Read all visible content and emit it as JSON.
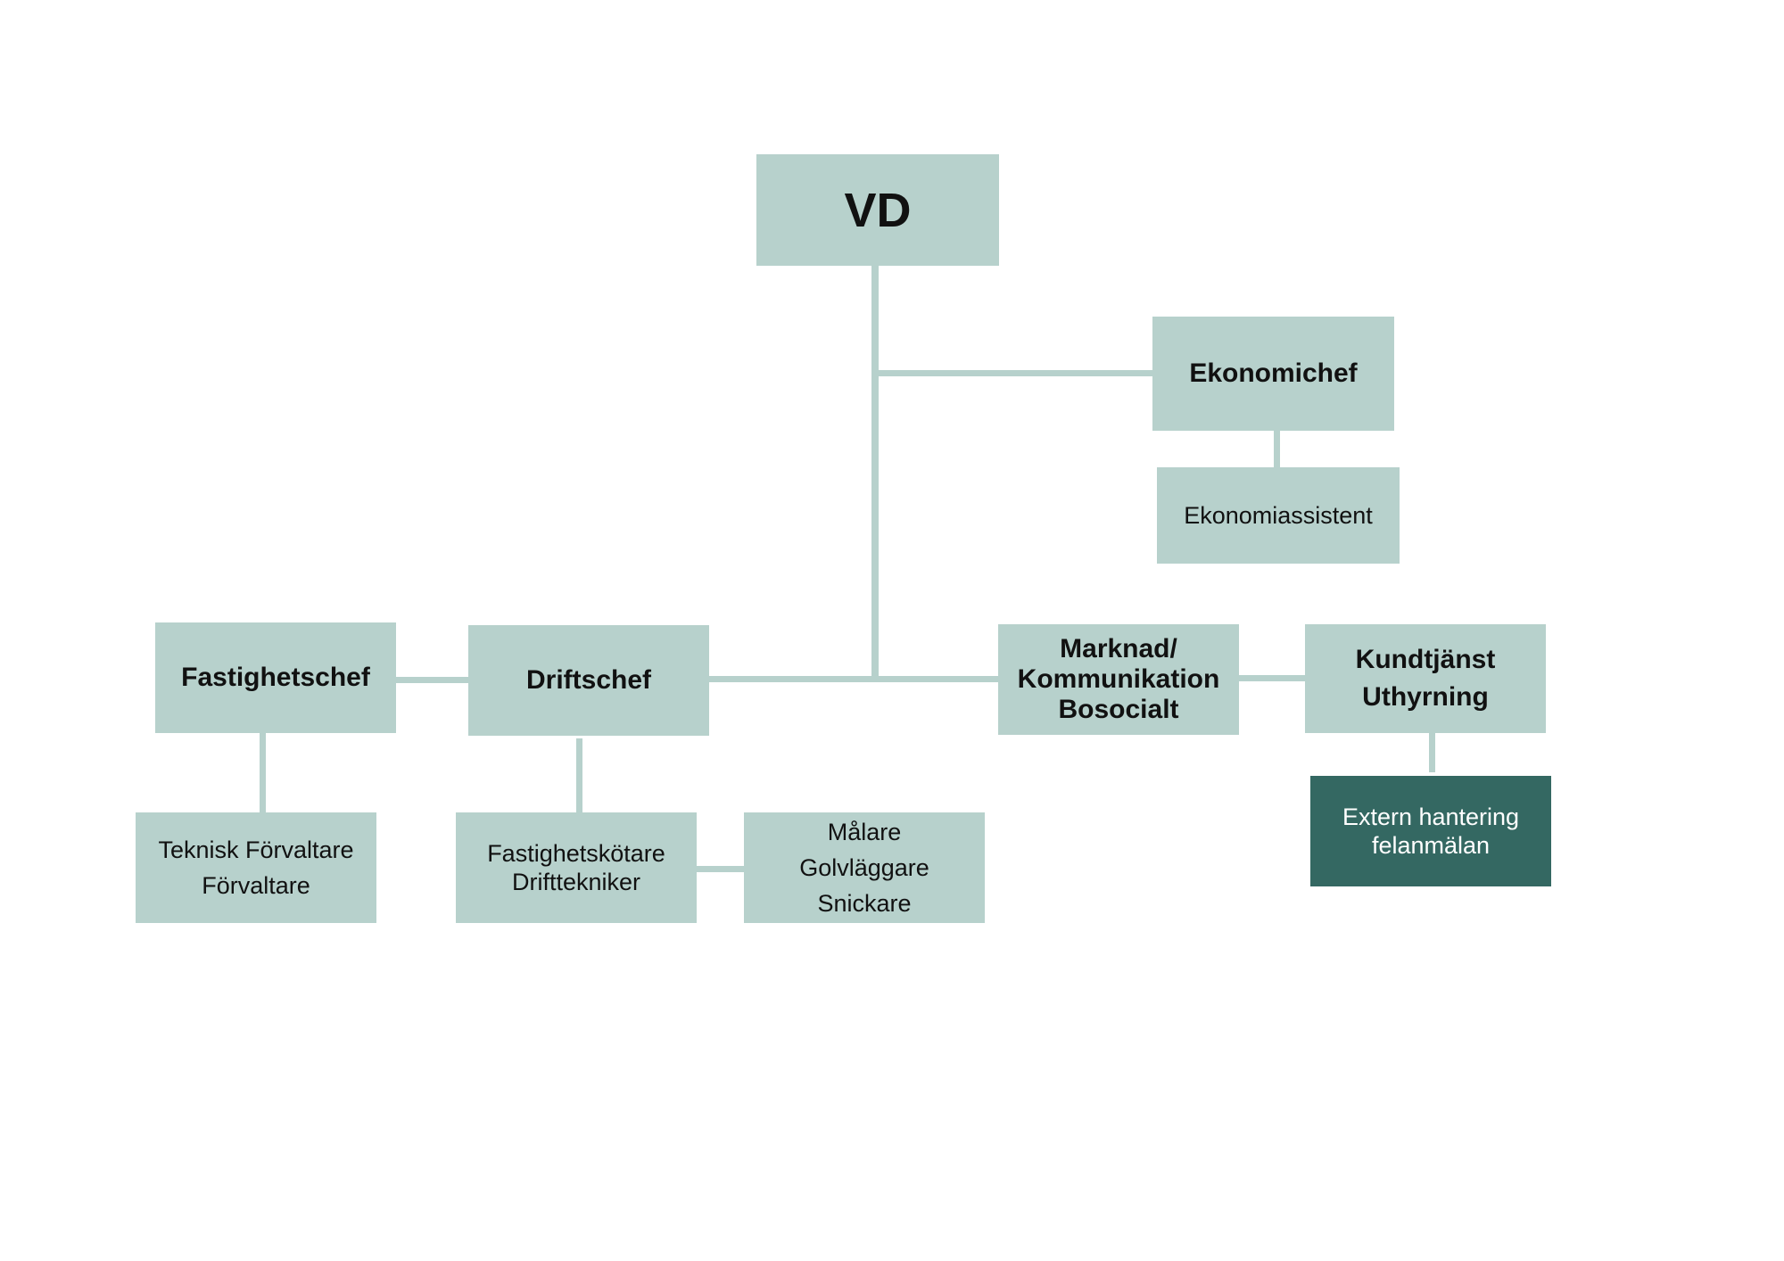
{
  "chart": {
    "ceo": {
      "label": "VD"
    },
    "finance": {
      "label": "Ekonomichef",
      "sub": "Ekonomiassistent"
    },
    "property": {
      "label": "Fastighetschef",
      "sub": [
        "Teknisk Förvaltare",
        "Förvaltare"
      ]
    },
    "operations": {
      "label": "Driftschef",
      "sub": [
        "Fastighetskötare",
        "Drifttekniker"
      ],
      "trades": [
        "Målare",
        "Golvläggare",
        "Snickare"
      ]
    },
    "marketing": {
      "label": [
        "Marknad/",
        "Kommunikation",
        "Bosocialt"
      ]
    },
    "customer": {
      "label": [
        "Kundtjänst",
        "Uthyrning"
      ],
      "external": [
        "Extern hantering",
        "felanmälan"
      ]
    }
  },
  "colors": {
    "box": "#b7d1cc",
    "dark_box": "#346862",
    "text": "#111111"
  }
}
